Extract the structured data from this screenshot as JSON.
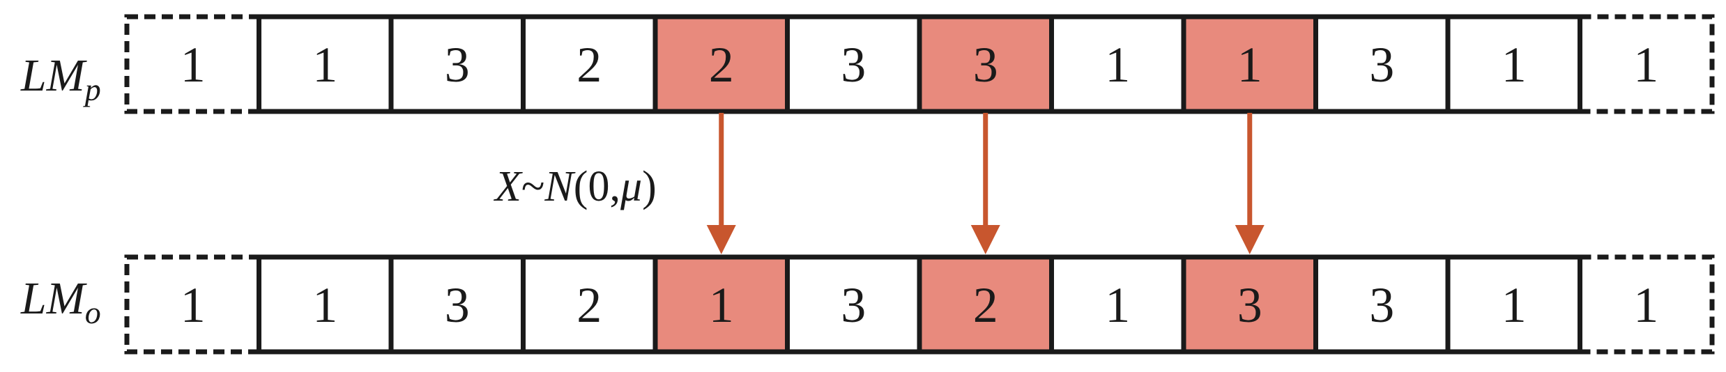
{
  "colors": {
    "highlight_fill": "#e88a7d",
    "arrow": "#c8562e",
    "border": "#1a1a1a",
    "cell_fill": "#ffffff"
  },
  "rows": [
    {
      "label_main": "LM",
      "label_sub": "p",
      "cells": [
        {
          "value": "1",
          "style": "dashed"
        },
        {
          "value": "1",
          "style": "solid"
        },
        {
          "value": "3",
          "style": "solid"
        },
        {
          "value": "2",
          "style": "solid"
        },
        {
          "value": "2",
          "style": "highlight"
        },
        {
          "value": "3",
          "style": "solid"
        },
        {
          "value": "3",
          "style": "highlight"
        },
        {
          "value": "1",
          "style": "solid"
        },
        {
          "value": "1",
          "style": "highlight"
        },
        {
          "value": "3",
          "style": "solid"
        },
        {
          "value": "1",
          "style": "solid"
        },
        {
          "value": "1",
          "style": "dashed"
        }
      ]
    },
    {
      "label_main": "LM",
      "label_sub": "o",
      "cells": [
        {
          "value": "1",
          "style": "dashed"
        },
        {
          "value": "1",
          "style": "solid"
        },
        {
          "value": "3",
          "style": "solid"
        },
        {
          "value": "2",
          "style": "solid"
        },
        {
          "value": "1",
          "style": "highlight"
        },
        {
          "value": "3",
          "style": "solid"
        },
        {
          "value": "2",
          "style": "highlight"
        },
        {
          "value": "1",
          "style": "solid"
        },
        {
          "value": "3",
          "style": "highlight"
        },
        {
          "value": "3",
          "style": "solid"
        },
        {
          "value": "1",
          "style": "solid"
        },
        {
          "value": "1",
          "style": "dashed"
        }
      ]
    }
  ],
  "arrows": {
    "from_cells": [
      4,
      6,
      8
    ]
  },
  "formula": {
    "var": "X",
    "tilde": "~",
    "dist": "N",
    "open": "(",
    "arg0": "0",
    "comma": ",",
    "arg1": "μ",
    "close": ")"
  }
}
